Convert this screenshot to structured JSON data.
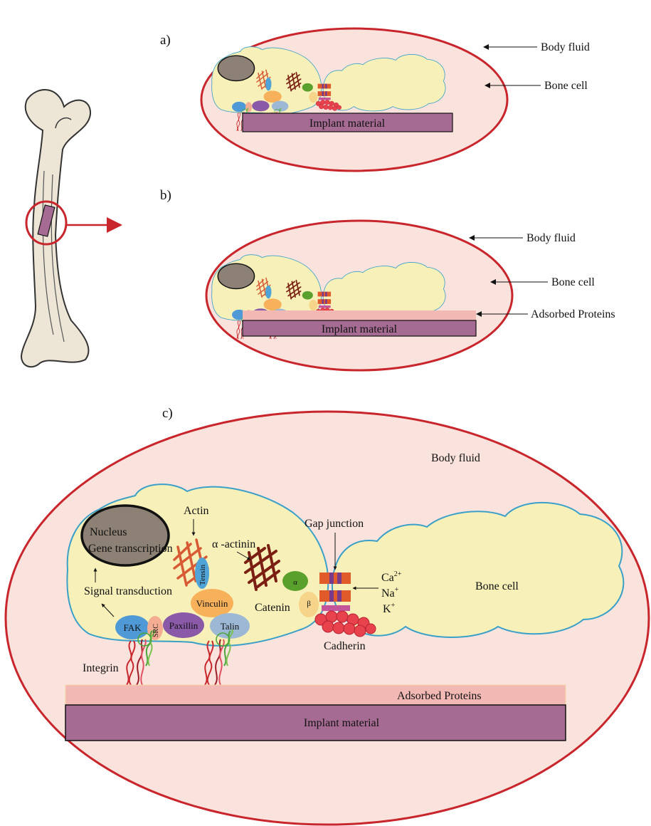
{
  "panels": {
    "a": {
      "label": "a)",
      "body_fluid": "Body fluid",
      "bone_cell": "Bone cell",
      "implant": "Implant material"
    },
    "b": {
      "label": "b)",
      "body_fluid": "Body fluid",
      "bone_cell": "Bone cell",
      "adsorbed": "Adsorbed Proteins",
      "implant": "Implant material"
    },
    "c": {
      "label": "c)",
      "body_fluid": "Body fluid",
      "bone_cell": "Bone cell",
      "nucleus_line1": "Nucleus",
      "nucleus_line2": "Gene transcription",
      "actin": "Actin",
      "alpha_actinin": "α -actinin",
      "gap_junction": "Gap junction",
      "tensin": "Tensin",
      "vinculin": "Vinculin",
      "signal_transduction": "Signal transduction",
      "catenin": "Catenin",
      "alpha": "α",
      "beta": "β",
      "ions": {
        "ca": "Ca",
        "ca_sup": "2+",
        "na": "Na",
        "na_sup": "+",
        "k": "K",
        "k_sup": "+"
      },
      "fak": "FAK",
      "src": "SRC",
      "paxillin": "Paxillin",
      "talin": "Talin",
      "cadherin": "Cadherin",
      "integrin": "Integrin",
      "adsorbed": "Adsorbed Proteins",
      "implant": "Implant material"
    }
  },
  "colors": {
    "fluid": "#fbe3dd",
    "outline_red": "#c8262c",
    "cell": "#f7f0b8",
    "membrane": "#3aa0c9",
    "implant": "#a66b93",
    "adsorbed": "#f2b8b4",
    "nucleus": "#8c8174",
    "actin": "#d85a35",
    "alpha_actinin": "#7a1f12",
    "gap_junction": "#e05a2a",
    "cadherin": "#e8434d",
    "alpha": "#5aa02c",
    "beta": "#f6d48a",
    "fak": "#4f9ad6",
    "src": "#f4ad93",
    "paxillin": "#8a5aa8",
    "talin": "#9db8d4",
    "vinculin": "#f7b15a",
    "tensin": "#4fa3d6",
    "bone": "#ede6d6"
  }
}
